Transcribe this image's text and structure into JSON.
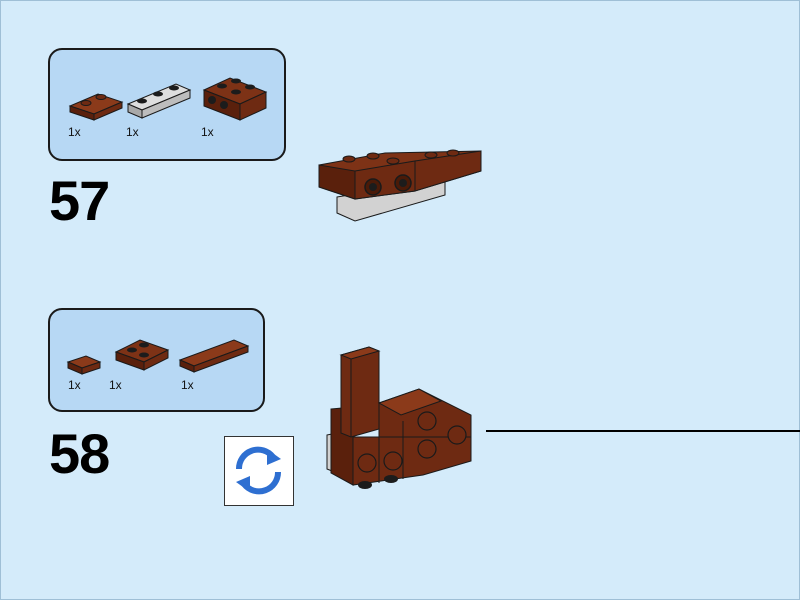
{
  "steps": [
    {
      "number": "57",
      "parts": [
        {
          "name": "brown-plate-1x2",
          "qty": "1x"
        },
        {
          "name": "grey-plate-1x3",
          "qty": "1x"
        },
        {
          "name": "brown-brick-2x2-with-pins",
          "qty": "1x"
        }
      ]
    },
    {
      "number": "58",
      "parts": [
        {
          "name": "brown-tile-1x1",
          "qty": "1x"
        },
        {
          "name": "brown-plate-2x2-corner",
          "qty": "1x"
        },
        {
          "name": "brown-tile-1x4",
          "qty": "1x"
        }
      ]
    }
  ],
  "colors": {
    "background": "#d4ebfa",
    "parts_box": "#b7d8f4",
    "brick_brown": "#6e2a12",
    "brick_grey": "#c8c8c8",
    "rotate_icon": "#2e6fd1"
  },
  "icons": {
    "rotate": "rotate-model-icon"
  }
}
